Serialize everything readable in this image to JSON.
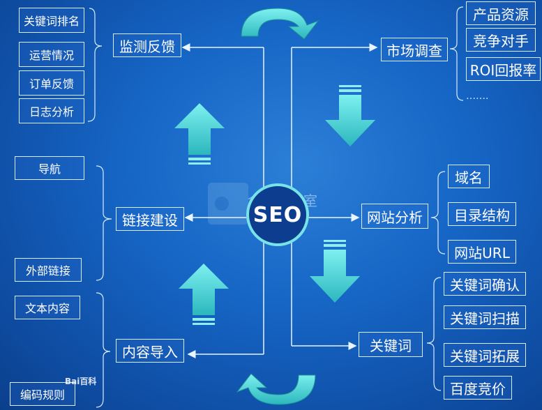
{
  "center": {
    "label": "SEO"
  },
  "monitoring": {
    "hub": "监测反馈",
    "items": [
      "关键词排名",
      "运营情况",
      "订单反馈",
      "日志分析"
    ]
  },
  "market": {
    "hub": "市场调查",
    "items": [
      "产品资源",
      "竞争对手",
      "ROI回报率"
    ],
    "ellipsis": "……."
  },
  "links": {
    "hub": "链接建设",
    "items": [
      "导航",
      "外部链接"
    ]
  },
  "site": {
    "hub": "网站分析",
    "items": [
      "域名",
      "目录结构",
      "网站URL"
    ]
  },
  "content": {
    "hub": "内容导入",
    "items": [
      "文本内容",
      "编码规则"
    ]
  },
  "keywords": {
    "hub": "关键词",
    "items": [
      "关键词确认",
      "关键词扫描",
      "关键词拓展",
      "百度竞价"
    ]
  },
  "watermark": {
    "text": "金乐工作室",
    "source": "Bai百科"
  },
  "colors": {
    "arrow": "#3cc6c9",
    "arrow_light": "#8eeef0",
    "line": "#e8f4ff",
    "bg": "#1666c6"
  }
}
